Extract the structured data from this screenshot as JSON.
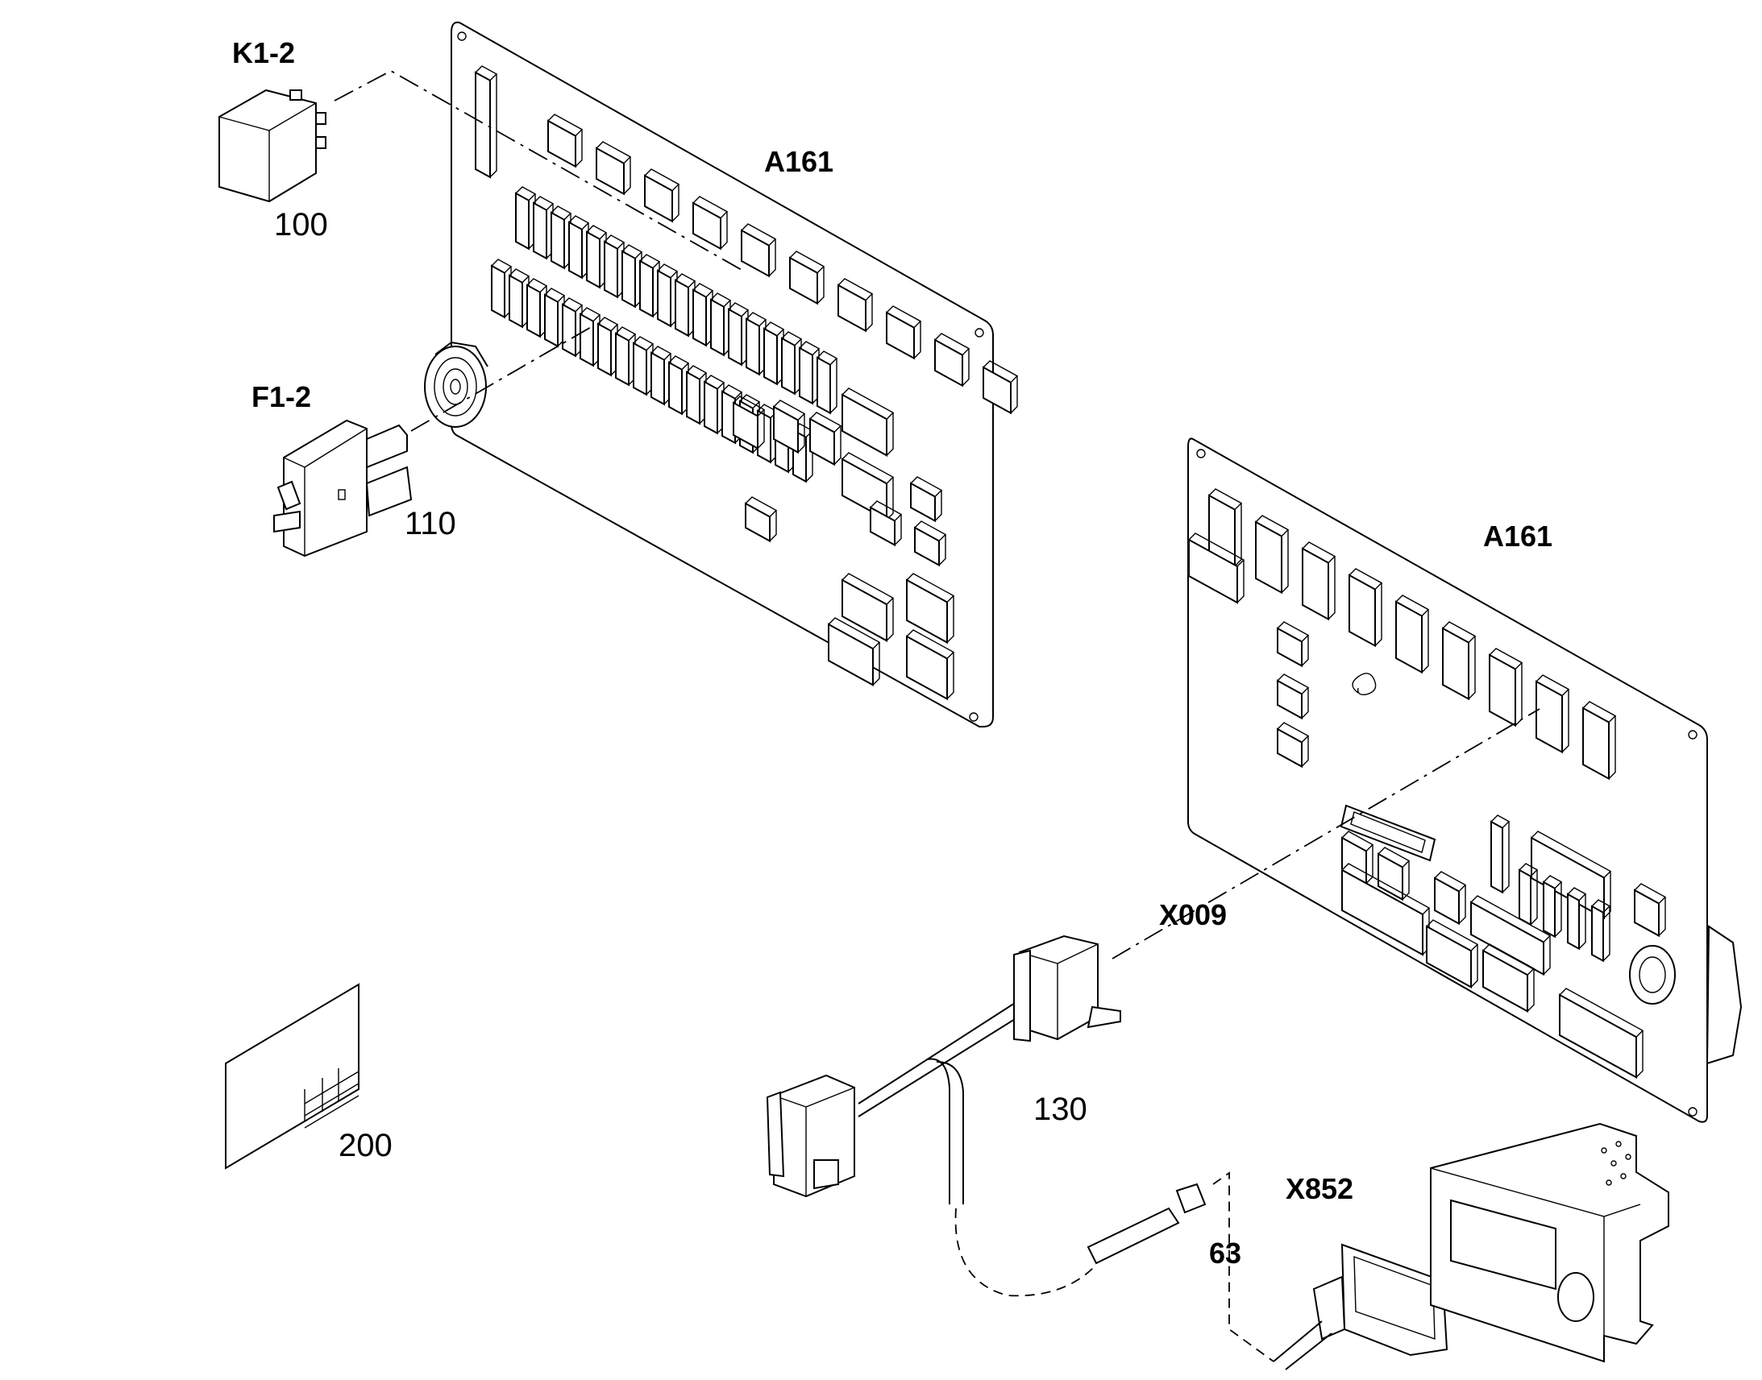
{
  "labels": {
    "k1_2": "K1-2",
    "item_100": "100",
    "a161_top": "A161",
    "f1_2": "F1-2",
    "item_110": "110",
    "a161_right": "A161",
    "x009": "X009",
    "item_130": "130",
    "item_200": "200",
    "x852": "X852",
    "item_63": "63"
  },
  "colors": {
    "line": "#000000",
    "background": "#ffffff"
  }
}
